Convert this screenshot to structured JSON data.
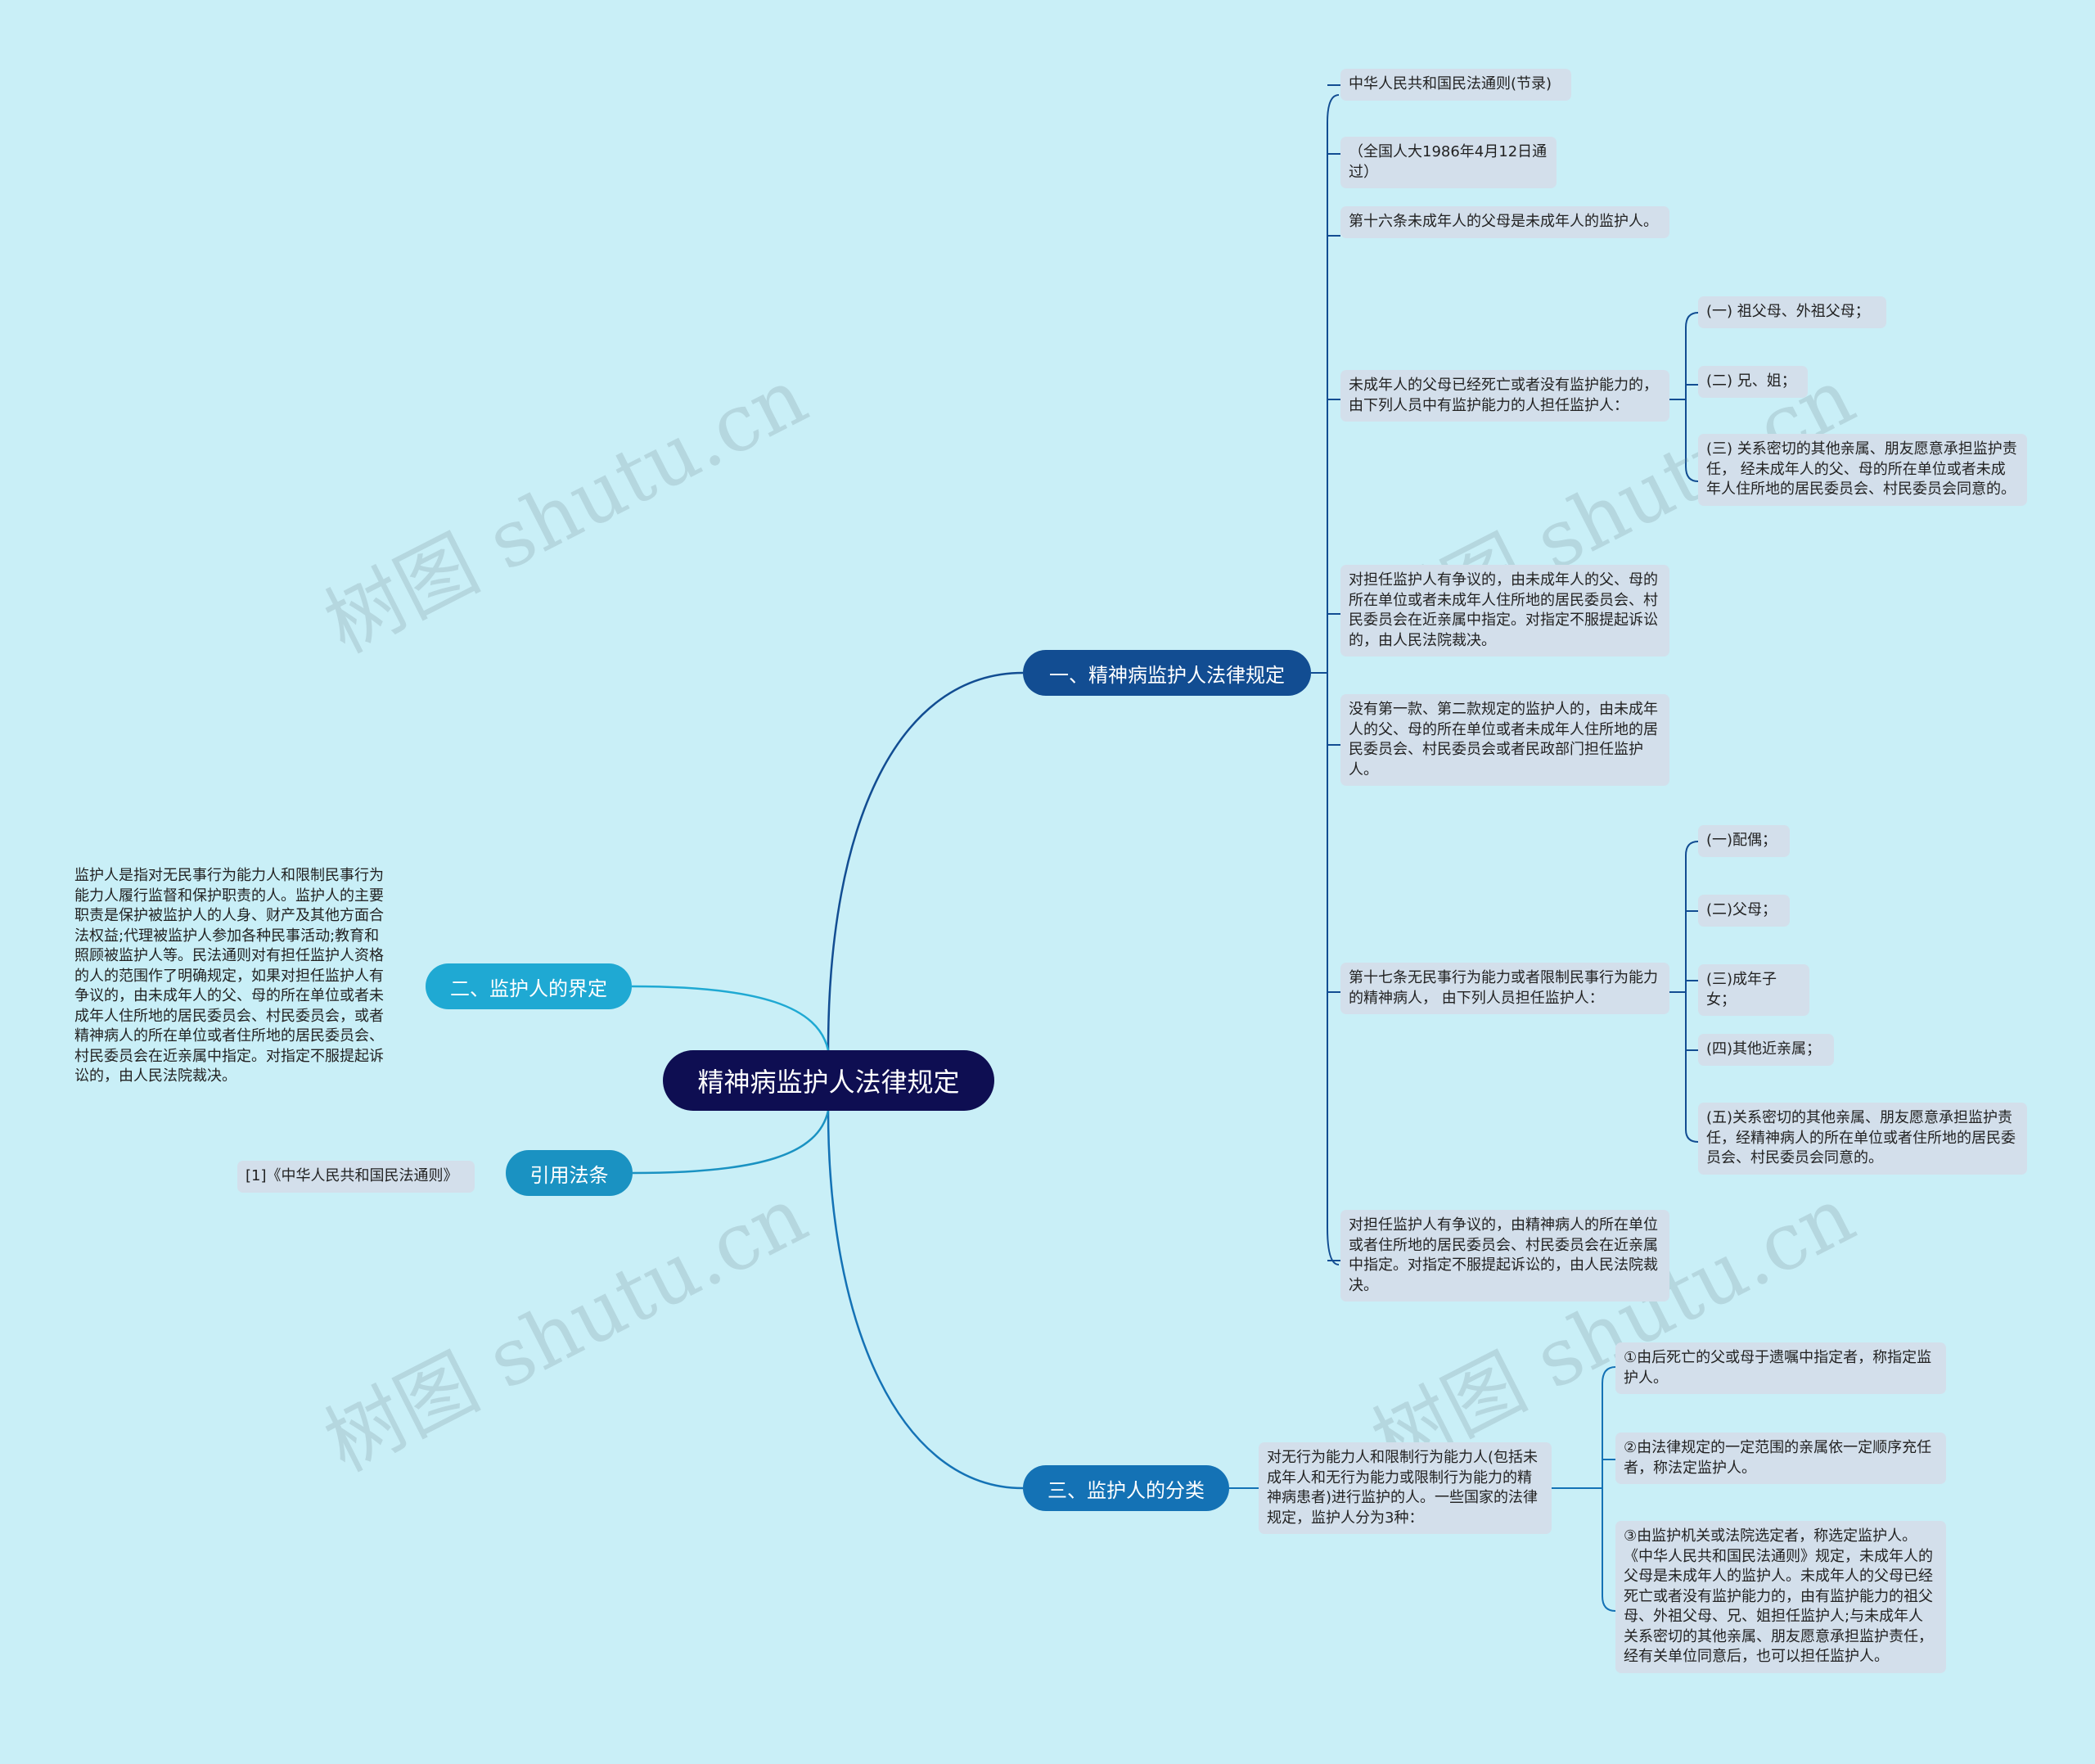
{
  "root": {
    "label": "精神病监护人法律规定"
  },
  "colors": {
    "background": "#c9eff7",
    "root": "#0e0e52",
    "branch1": "#124d92",
    "branch3": "#1472b5",
    "branch2": "#1fa9d3",
    "branch_ref": "#1a92c2",
    "card": "#d3dfeb"
  },
  "branch1": {
    "label": "一、精神病监护人法律规定",
    "items": [
      "中华人民共和国民法通则(节录)",
      "（全国人大1986年4月12日通过）",
      "第十六条未成年人的父母是未成年人的监护人。",
      "未成年人的父母已经死亡或者没有监护能力的，由下列人员中有监护能力的人担任监护人：",
      "对担任监护人有争议的，由未成年人的父、母的所在单位或者未成年人住所地的居民委员会、村民委员会在近亲属中指定。对指定不服提起诉讼的，由人民法院裁决。",
      "没有第一款、第二款规定的监护人的，由未成年人的父、母的所在单位或者未成年人住所地的居民委员会、村民委员会或者民政部门担任监护人。",
      "第十七条无民事行为能力或者限制民事行为能力的精神病人， 由下列人员担任监护人：",
      "对担任监护人有争议的，由精神病人的所在单位或者住所地的居民委员会、村民委员会在近亲属中指定。对指定不服提起诉讼的，由人民法院裁决。"
    ],
    "sub_a": [
      "(一) 祖父母、外祖父母；",
      "(二) 兄、姐；",
      "(三) 关系密切的其他亲属、朋友愿意承担监护责任， 经未成年人的父、母的所在单位或者未成年人住所地的居民委员会、村民委员会同意的。"
    ],
    "sub_b": [
      "(一)配偶；",
      "(二)父母；",
      "(三)成年子女；",
      "(四)其他近亲属；",
      "(五)关系密切的其他亲属、朋友愿意承担监护责任，经精神病人的所在单位或者住所地的居民委员会、村民委员会同意的。"
    ]
  },
  "branch3": {
    "label": "三、监护人的分类",
    "item": "对无行为能力人和限制行为能力人(包括未成年人和无行为能力或限制行为能力的精神病患者)进行监护的人。一些国家的法律规定，监护人分为3种：",
    "subs": [
      "①由后死亡的父或母于遗嘱中指定者，称指定监护人。",
      "②由法律规定的一定范围的亲属依一定顺序充任者，称法定监护人。",
      "③由监护机关或法院选定者，称选定监护人。《中华人民共和国民法通则》规定，未成年人的父母是未成年人的监护人。未成年人的父母已经死亡或者没有监护能力的，由有监护能力的祖父母、外祖父母、兄、姐担任监护人;与未成年人关系密切的其他亲属、朋友愿意承担监护责任，经有关单位同意后，也可以担任监护人。"
    ]
  },
  "branch2": {
    "label": "二、监护人的界定",
    "text": "监护人是指对无民事行为能力人和限制民事行为能力人履行监督和保护职责的人。监护人的主要职责是保护被监护人的人身、财产及其他方面合法权益;代理被监护人参加各种民事活动;教育和照顾被监护人等。民法通则对有担任监护人资格的人的范围作了明确规定，如果对担任监护人有争议的，由未成年人的父、母的所在单位或者未成年人住所地的居民委员会、村民委员会，或者精神病人的所在单位或者住所地的居民委员会、村民委员会在近亲属中指定。对指定不服提起诉讼的，由人民法院裁决。"
  },
  "branch_ref": {
    "label": "引用法条",
    "text": "[1]《中华人民共和国民法通则》"
  },
  "watermark": "树图 shutu.cn"
}
